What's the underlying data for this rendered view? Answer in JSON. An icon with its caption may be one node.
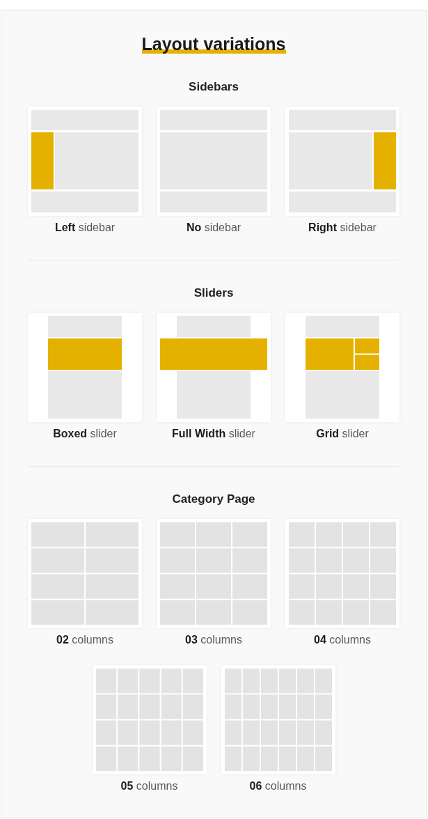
{
  "diagram": {
    "title": "Layout variations",
    "labels": [
      "Sidebars",
      "**Left** sidebar",
      "**No** sidebar",
      "**Right** sidebar",
      "Sliders",
      "**Boxed** slider",
      "**Full Width** slider",
      "**Grid** slider",
      "Category Page",
      "**02** columns",
      "**03** columns",
      "**04** columns",
      "**05** columns",
      "**06** columns"
    ]
  }
}
